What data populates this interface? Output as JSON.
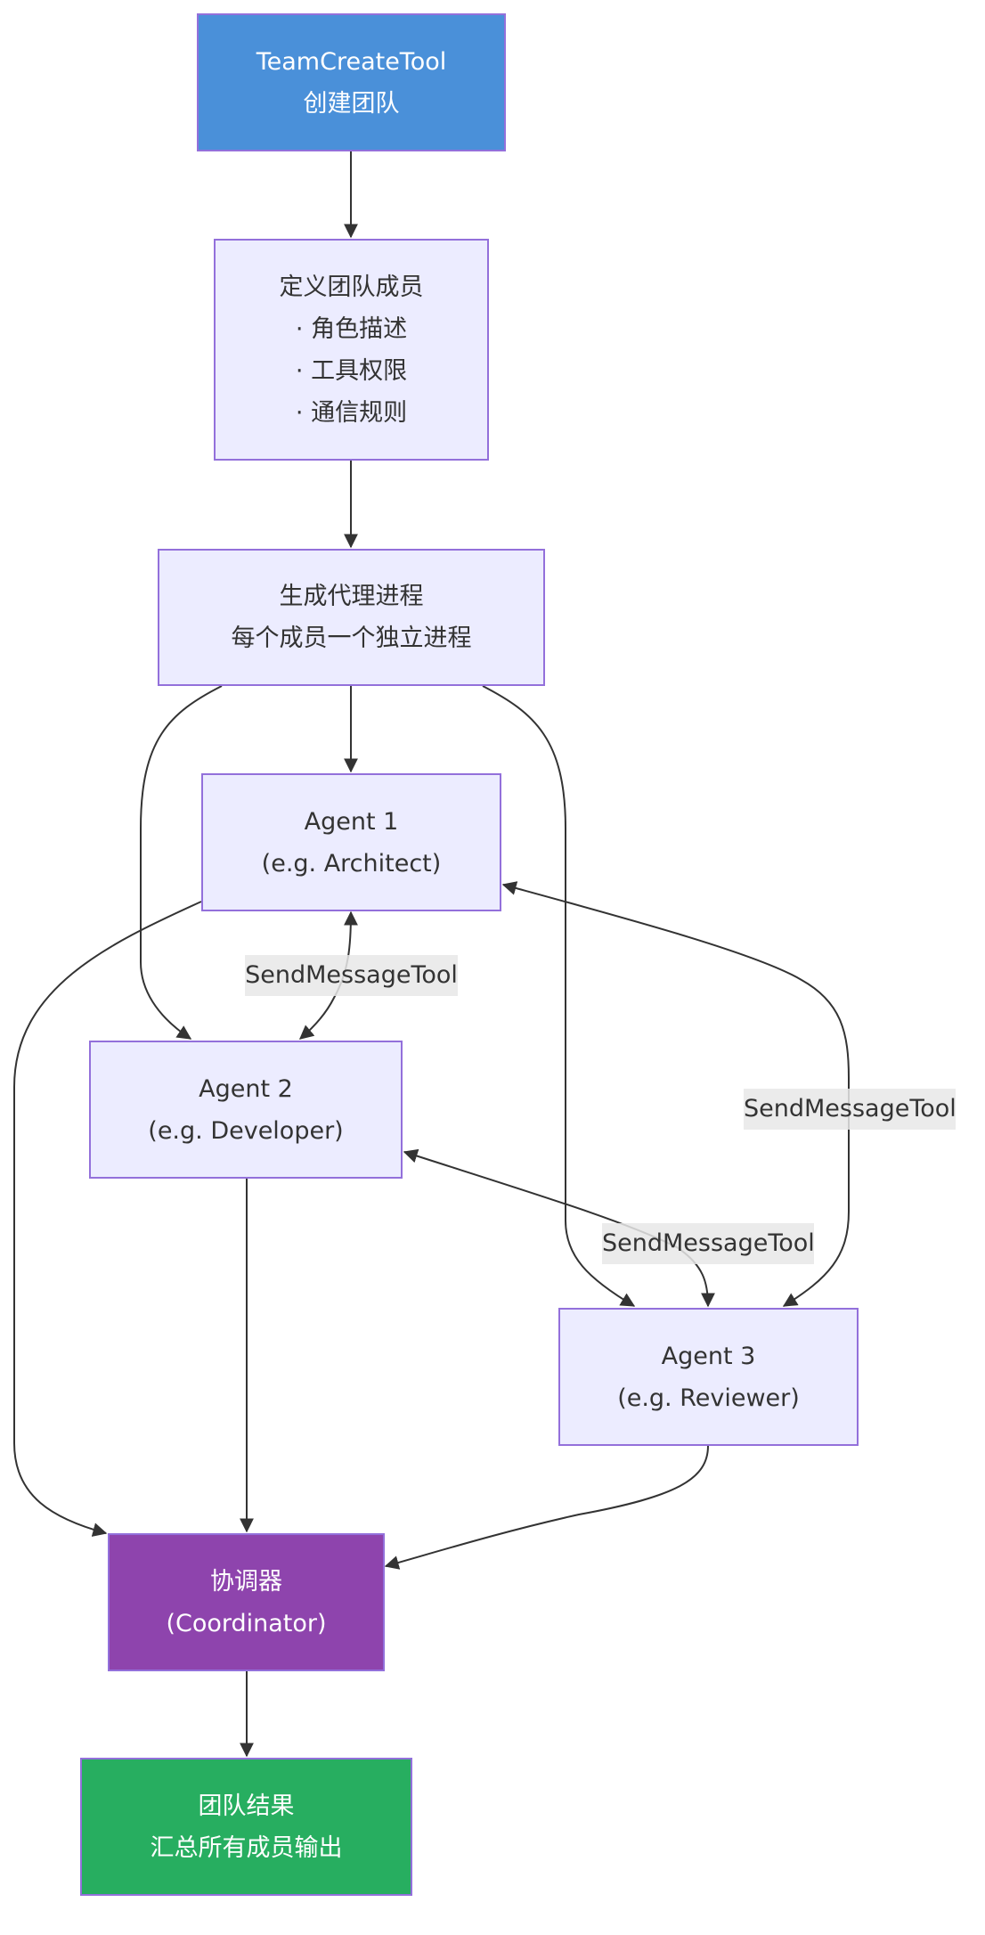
{
  "diagram": {
    "colors": {
      "node_fill": "#ececff",
      "node_border": "#9370db",
      "start_fill": "#4a90d9",
      "coordinator_fill": "#8e44ad",
      "result_fill": "#27ae60",
      "edge": "#333333",
      "label_bg": "#e8e8e8"
    },
    "nodes": {
      "team_create": {
        "lines": [
          "TeamCreateTool",
          "创建团队"
        ]
      },
      "define_members": {
        "lines": [
          "定义团队成员",
          "· 角色描述",
          "· 工具权限",
          "· 通信规则"
        ]
      },
      "spawn": {
        "lines": [
          "生成代理进程",
          "每个成员一个独立进程"
        ]
      },
      "agent1": {
        "lines": [
          "Agent 1",
          "(e.g. Architect)"
        ]
      },
      "agent2": {
        "lines": [
          "Agent 2",
          "(e.g. Developer)"
        ]
      },
      "agent3": {
        "lines": [
          "Agent 3",
          "(e.g. Reviewer)"
        ]
      },
      "coordinator": {
        "lines": [
          "协调器",
          "(Coordinator)"
        ]
      },
      "result": {
        "lines": [
          "团队结果",
          "汇总所有成员输出"
        ]
      }
    },
    "edge_labels": {
      "a1_a2": "SendMessageTool",
      "a1_a3": "SendMessageTool",
      "a2_a3": "SendMessageTool"
    },
    "edges": [
      {
        "from": "team_create",
        "to": "define_members"
      },
      {
        "from": "define_members",
        "to": "spawn"
      },
      {
        "from": "spawn",
        "to": "agent1"
      },
      {
        "from": "spawn",
        "to": "agent2"
      },
      {
        "from": "spawn",
        "to": "agent3"
      },
      {
        "from": "agent1",
        "to": "agent2",
        "label": "SendMessageTool",
        "bidirectional": true
      },
      {
        "from": "agent1",
        "to": "agent3",
        "label": "SendMessageTool",
        "bidirectional": true
      },
      {
        "from": "agent2",
        "to": "agent3",
        "label": "SendMessageTool",
        "bidirectional": true
      },
      {
        "from": "agent1",
        "to": "coordinator"
      },
      {
        "from": "agent2",
        "to": "coordinator"
      },
      {
        "from": "agent3",
        "to": "coordinator"
      },
      {
        "from": "coordinator",
        "to": "result"
      }
    ]
  }
}
